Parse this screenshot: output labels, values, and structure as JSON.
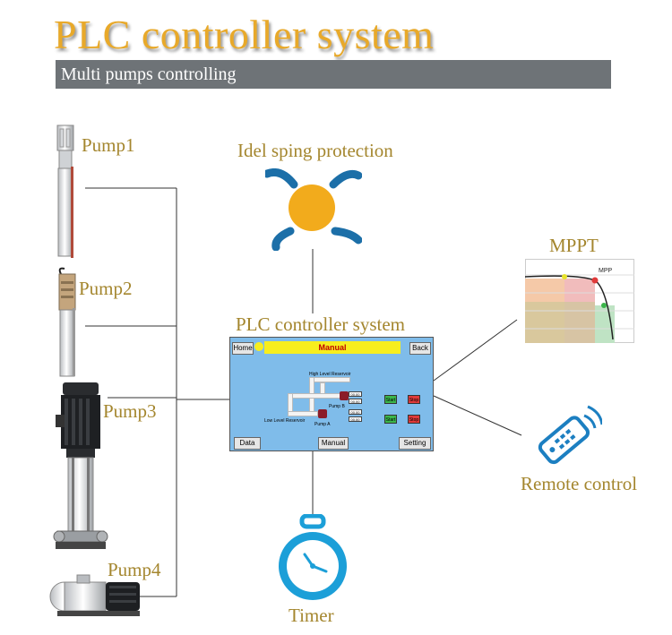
{
  "title": "PLC controller system",
  "subtitle": "Multi pumps controlling",
  "pumps": [
    {
      "label": "Pump1"
    },
    {
      "label": "Pump2"
    },
    {
      "label": "Pump3"
    },
    {
      "label": "Pump4"
    }
  ],
  "protection_label": "Idel sping protection",
  "center_label": "PLC controller system",
  "mppt_label": "MPPT",
  "mppt_chart_text": "MPP",
  "remote_label": "Remote control",
  "timer_label": "Timer",
  "hmi": {
    "home": "Home",
    "title": "Manual",
    "back": "Back",
    "high_reservoir": "High Level Reservoir",
    "low_reservoir": "Low Level Reservoir",
    "pump_b": "Pump B",
    "pump_a": "Pump A",
    "start": "Start",
    "stop": "Stop",
    "value": "00.00",
    "data": "Data",
    "manual": "Manual",
    "setting": "Setting"
  },
  "colors": {
    "title": "#e8a92a",
    "banner": "#6e7377",
    "label": "#a4862e",
    "icon_blue": "#1c6fa8",
    "sun_orange": "#f2ab1c"
  }
}
